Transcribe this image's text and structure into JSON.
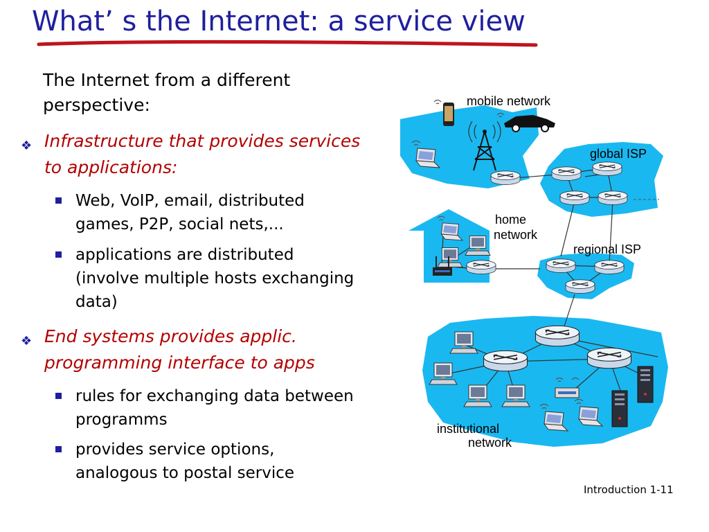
{
  "slide": {
    "title": "What’ s the Internet: a service view",
    "intro": "The Internet from a different perspective:",
    "bullets": [
      {
        "text": "Infrastructure that provides services to applications:",
        "subs": [
          "Web, VoIP, email, distributed games, P2P, social nets,...",
          "applications are distributed (involve multiple hosts exchanging data)"
        ]
      },
      {
        "text": "End systems provides applic. programming interface to apps",
        "subs": [
          "rules for exchanging data between programms",
          "provides service options, analogous to postal service"
        ]
      }
    ],
    "footer": "Introduction 1-11"
  },
  "diagram": {
    "labels": {
      "mobile_network": "mobile network",
      "global_isp": "global ISP",
      "home_line1": "home",
      "home_line2": "network",
      "regional_isp": "regional ISP",
      "institutional_line1": "institutional",
      "institutional_line2": "network"
    }
  },
  "colors": {
    "title": "#1f1f9e",
    "bullet_text": "#b30000",
    "cloud_fill": "#1ab8f0",
    "title_underline": "#c0141c"
  }
}
